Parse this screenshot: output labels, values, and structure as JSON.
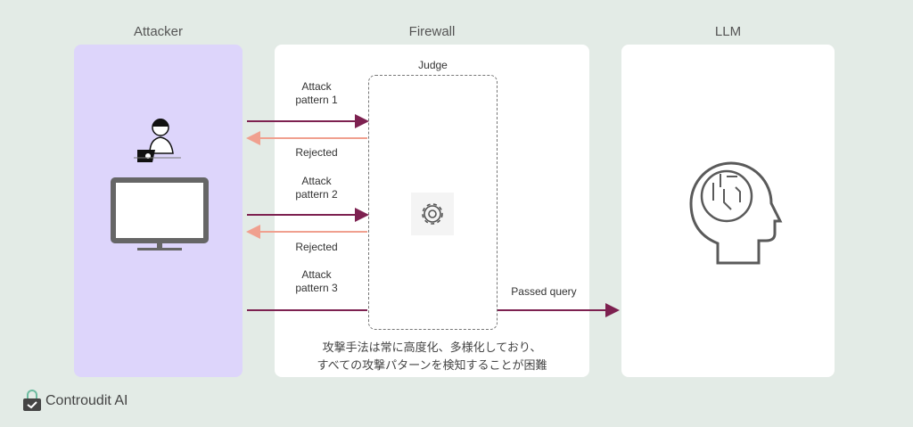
{
  "columns": {
    "attacker": "Attacker",
    "firewall": "Firewall",
    "llm": "LLM"
  },
  "judge": "Judge",
  "flows": [
    {
      "label_line1": "Attack",
      "label_line2": "pattern 1",
      "response": "Rejected"
    },
    {
      "label_line1": "Attack",
      "label_line2": "pattern 2",
      "response": "Rejected"
    },
    {
      "label_line1": "Attack",
      "label_line2": "pattern 3",
      "response": "Passed query"
    }
  ],
  "note_line1": "攻撃手法は常に高度化、多様化しており、",
  "note_line2": "すべての攻撃パターンを検知することが困難",
  "brand": "Controudit AI",
  "colors": {
    "attack": "#7d2150",
    "rejected": "#f0a08f",
    "attacker_bg": "#ddd5fb"
  }
}
